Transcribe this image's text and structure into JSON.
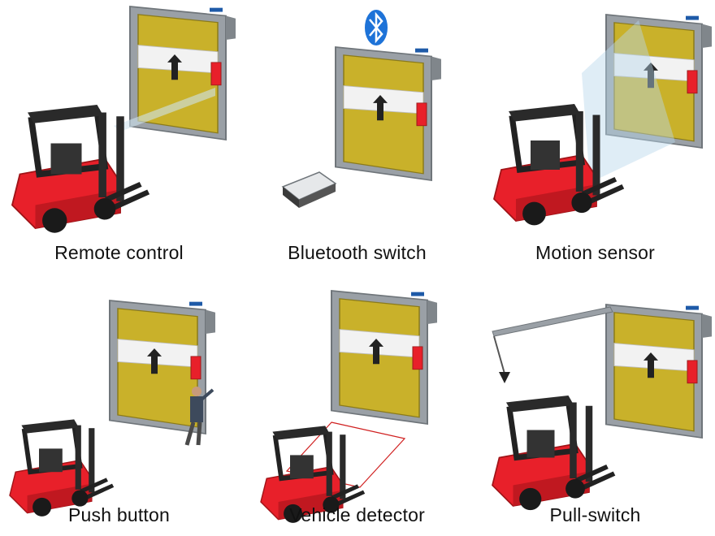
{
  "panels": [
    {
      "caption": "Remote control"
    },
    {
      "caption": "Bluetooth switch"
    },
    {
      "caption": "Motion sensor"
    },
    {
      "caption": "Push button"
    },
    {
      "caption": "Vehicle detector"
    },
    {
      "caption": "Pull-switch"
    }
  ],
  "colors": {
    "door_panel": "#c9b12a",
    "door_frame": "#9aa0a6",
    "forklift_body": "#e8202a",
    "forklift_cab": "#222222",
    "bluetooth_blue": "#1e73d8"
  },
  "icons": {
    "door": "high-speed-door-icon",
    "forklift": "forklift-icon",
    "bluetooth": "bluetooth-icon",
    "remote": "remote-control-icon",
    "person": "person-icon",
    "arrow": "up-arrow-icon"
  }
}
